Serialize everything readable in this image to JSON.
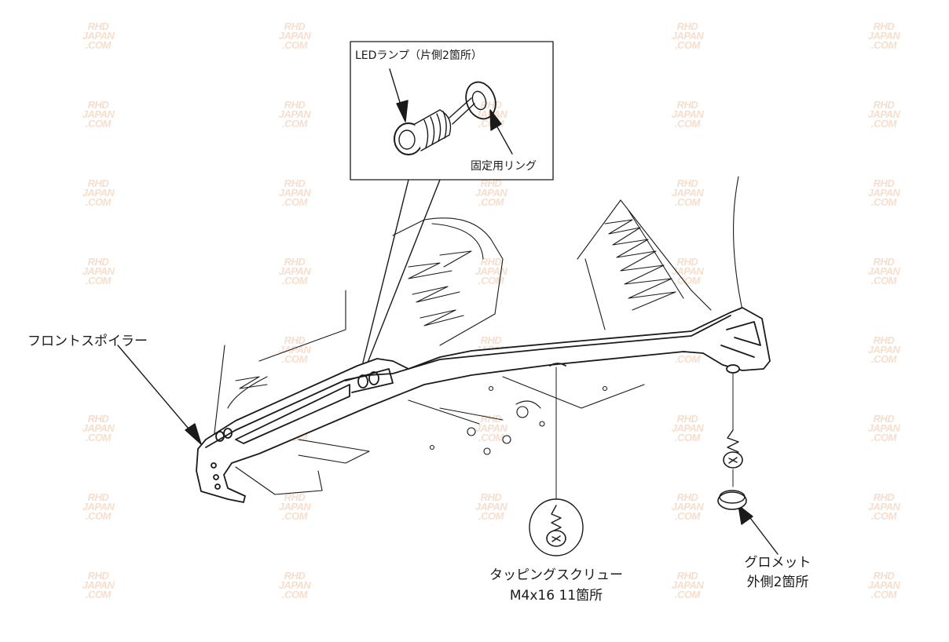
{
  "watermark": {
    "line1": "RHD",
    "line2": "JAPAN",
    "line3": ".COM"
  },
  "labels": {
    "led_lamp": "LEDランプ（片側2箇所）",
    "fixing_ring": "固定用リング",
    "front_spoiler": "フロントスポイラー",
    "tapping_screw_line1": "タッピングスクリュー",
    "tapping_screw_line2": "M4x16 11箇所",
    "grommet_line1": "グロメット",
    "grommet_line2": "外側2箇所"
  },
  "colors": {
    "line": "#1a1a1a",
    "watermark": "#f4c9a8"
  }
}
